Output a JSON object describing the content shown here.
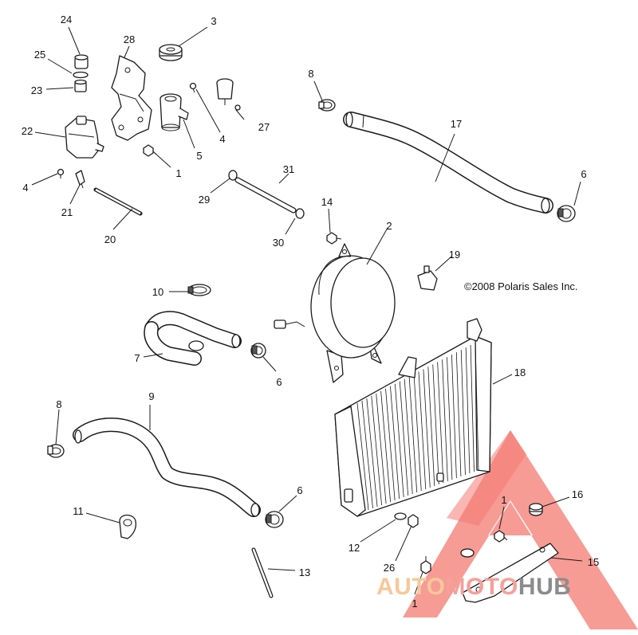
{
  "copyright": "©2008 Polaris Sales Inc.",
  "watermark": {
    "part1": "AUTO",
    "part2": "MOTO",
    "part3": "HUB",
    "color_auto": "#f6c89a",
    "color_moto": "#f5a09a",
    "color_hub": "#8c8c8c",
    "triangle_color": "#f47a72"
  },
  "callouts": [
    {
      "id": "c24",
      "label": "24"
    },
    {
      "id": "c25",
      "label": "25"
    },
    {
      "id": "c23",
      "label": "23"
    },
    {
      "id": "c28",
      "label": "28"
    },
    {
      "id": "c3",
      "label": "3"
    },
    {
      "id": "c22",
      "label": "22"
    },
    {
      "id": "c4a",
      "label": "4"
    },
    {
      "id": "c4b",
      "label": "4"
    },
    {
      "id": "c27",
      "label": "27"
    },
    {
      "id": "c5",
      "label": "5"
    },
    {
      "id": "c1a",
      "label": "1"
    },
    {
      "id": "c21",
      "label": "21"
    },
    {
      "id": "c29",
      "label": "29"
    },
    {
      "id": "c31",
      "label": "31"
    },
    {
      "id": "c20",
      "label": "20"
    },
    {
      "id": "c30",
      "label": "30"
    },
    {
      "id": "c8a",
      "label": "8"
    },
    {
      "id": "c17",
      "label": "17"
    },
    {
      "id": "c6a",
      "label": "6"
    },
    {
      "id": "c14",
      "label": "14"
    },
    {
      "id": "c2",
      "label": "2"
    },
    {
      "id": "c19",
      "label": "19"
    },
    {
      "id": "c10",
      "label": "10"
    },
    {
      "id": "c7",
      "label": "7"
    },
    {
      "id": "c6b",
      "label": "6"
    },
    {
      "id": "c18",
      "label": "18"
    },
    {
      "id": "c9",
      "label": "9"
    },
    {
      "id": "c8b",
      "label": "8"
    },
    {
      "id": "c6c",
      "label": "6"
    },
    {
      "id": "c11",
      "label": "11"
    },
    {
      "id": "c1b",
      "label": "1"
    },
    {
      "id": "c16",
      "label": "16"
    },
    {
      "id": "c12",
      "label": "12"
    },
    {
      "id": "c15",
      "label": "15"
    },
    {
      "id": "c13",
      "label": "13"
    },
    {
      "id": "c26",
      "label": "26"
    },
    {
      "id": "c1c",
      "label": "1"
    }
  ]
}
